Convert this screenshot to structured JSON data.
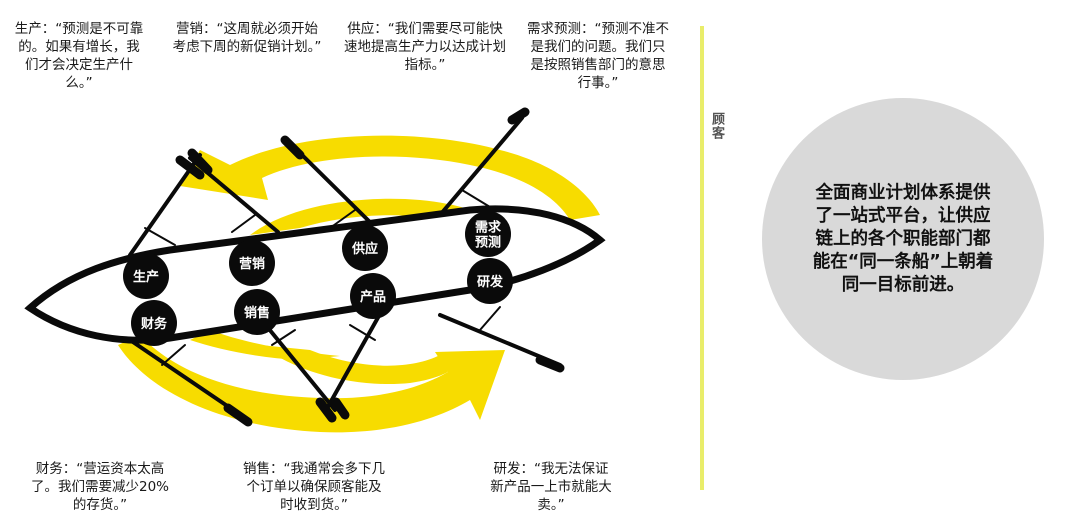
{
  "quotes": {
    "production": "生产：“预测是不可靠的。如果有增长，我们才会决定生产什么。”",
    "marketing": "营销：“这周就必须开始考虑下周的新促销计划。”",
    "supply": "供应：“我们需要尽可能快速地提高生产力以达成计划指标。”",
    "demand_forecast": "需求预测：“预测不准不是我们的问题。我们只是按照销售部门的意思行事。”",
    "finance": "财务：“营运资本太高了。我们需要减少20%的存货。”",
    "sales": "销售：“我通常会多下几个订单以确保顾客能及时收到货。”",
    "rnd": "研发：“我无法保证新产品一上市就能大卖。”"
  },
  "boat": {
    "nodes": [
      {
        "id": "production",
        "label": [
          "生产"
        ]
      },
      {
        "id": "marketing",
        "label": [
          "营销"
        ]
      },
      {
        "id": "supply",
        "label": [
          "供应"
        ]
      },
      {
        "id": "demand_forecast",
        "label": [
          "需求",
          "预测"
        ]
      },
      {
        "id": "finance",
        "label": [
          "财务"
        ]
      },
      {
        "id": "sales",
        "label": [
          "销售"
        ]
      },
      {
        "id": "product",
        "label": [
          "产品"
        ]
      },
      {
        "id": "rnd",
        "label": [
          "研发"
        ]
      }
    ]
  },
  "customer_label": "顾客",
  "summary": "全面商业计划体系提供了一站式平台，让供应链上的各个职能部门都能在“同一条船”上朝着同一目标前进。",
  "colors": {
    "accent_yellow": "#f7dc00",
    "divider_yellow": "#e9ed6a",
    "circle_gray": "#d9d9d9",
    "node_black": "#0a0a0a"
  }
}
